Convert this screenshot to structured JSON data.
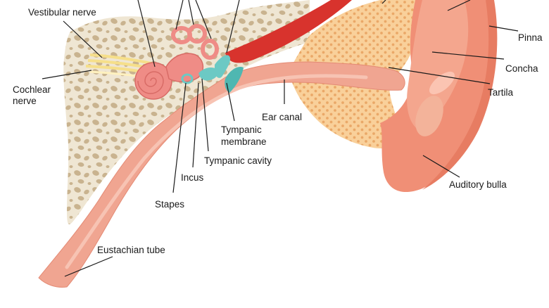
{
  "labels": {
    "vestibular_nerve": "Vestibular nerve",
    "cochlear_nerve_1": "Cochlear",
    "cochlear_nerve_2": "nerve",
    "ear_canal": "Ear canal",
    "tympanic_membrane_1": "Tympanic",
    "tympanic_membrane_2": "membrane",
    "tympanic_cavity": "Tympanic cavity",
    "incus": "Incus",
    "stapes": "Stapes",
    "eustachian_tube": "Eustachian tube",
    "pinna": "Pinna",
    "concha": "Concha",
    "tartila": "Tartila",
    "auditory_bulla": "Auditory bulla"
  },
  "colors": {
    "bone": "#efe6d3",
    "bone_pore": "#c9b38f",
    "canal": "#f0a591",
    "canal_light": "#f5b9a8",
    "cartilage": "#f9d09a",
    "cartilage_dot": "#eaa868",
    "outer_ear": "#f08f76",
    "outer_ear_light": "#f4a68e",
    "inner_ear": "#ef8c86",
    "ossicle": "#6cc9c4",
    "muscle": "#d8332d",
    "nerve": "#f6df8a"
  }
}
